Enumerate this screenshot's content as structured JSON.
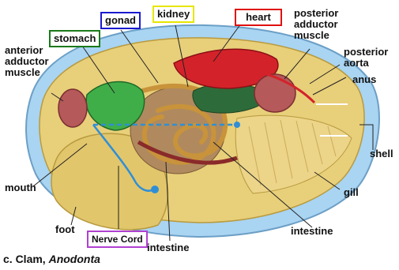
{
  "labels": {
    "stomach": "stomach",
    "gonad": "gonad",
    "kidney": "kidney",
    "heart": "heart",
    "posterior_adductor_muscle": "posterior adductor muscle",
    "posterior_aorta": "posterior aorta",
    "anus": "anus",
    "anterior_adductor_muscle": "anterior adductor muscle",
    "shell": "shell",
    "mouth": "mouth",
    "gill": "gill",
    "foot": "foot",
    "nerve_cord": "Nerve Cord",
    "intestine_bottom": "intestine",
    "intestine_right": "intestine"
  },
  "caption": {
    "prefix": "c. Clam, ",
    "genus": "Anodonta"
  },
  "colors": {
    "stomach_box": "#1a7a1a",
    "gonad_box": "#1a1ad0",
    "kidney_box": "#e6e600",
    "heart_box": "#e01010",
    "nerve_cord_box": "#b040d0",
    "shell": "#a9d4f2",
    "body": "#e8cf7a",
    "muscle": "#b5595a",
    "heart": "#d4222a",
    "kidney_organ": "#2e6b3a",
    "stomach_organ": "#3fae49",
    "nerve": "#2f8fd6"
  }
}
